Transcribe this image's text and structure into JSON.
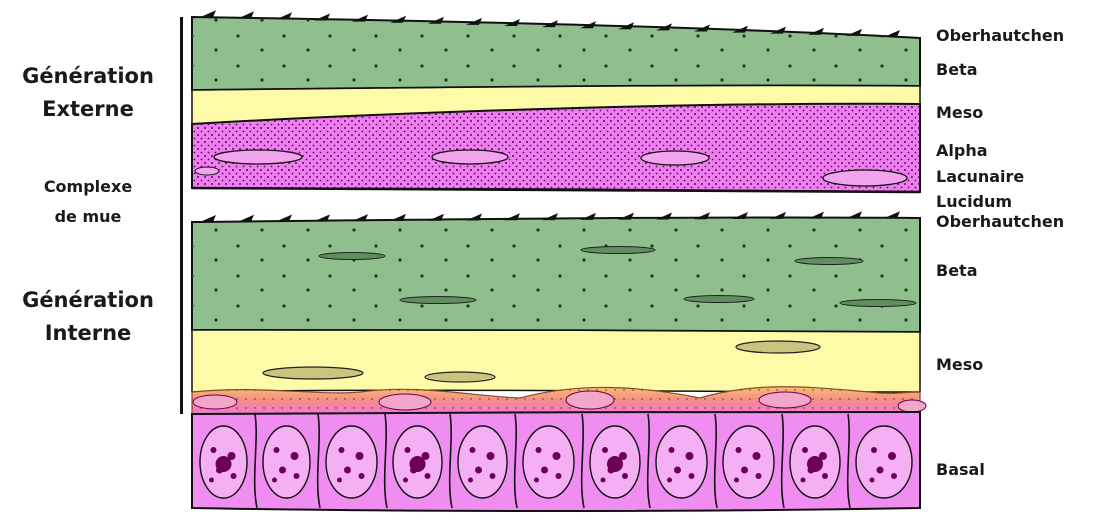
{
  "diagram": {
    "left_labels": {
      "external_generation": [
        "Génération",
        "Externe"
      ],
      "shedding_complex": [
        "Complexe",
        "de mue"
      ],
      "internal_generation": [
        "Génération",
        "Interne"
      ]
    },
    "layer_labels": {
      "outer_oberhautchen": "Oberhautchen",
      "outer_beta": "Beta",
      "outer_meso": "Meso",
      "outer_alpha": "Alpha",
      "lacunar": "Lacunaire",
      "lucidum": "Lucidum",
      "inner_oberhautchen": "Oberhautchen",
      "inner_beta": "Beta",
      "inner_meso": "Meso",
      "basal": "Basal"
    },
    "colors": {
      "beta_green": "#8fbf8c",
      "meso_yellow": "#fdfba7",
      "alpha_magenta": "#ef7ff0",
      "basal_pink": "#f08df0",
      "transition_orange": "#f5a06e",
      "outline": "#111111",
      "nucleus": "#6b0055"
    }
  }
}
